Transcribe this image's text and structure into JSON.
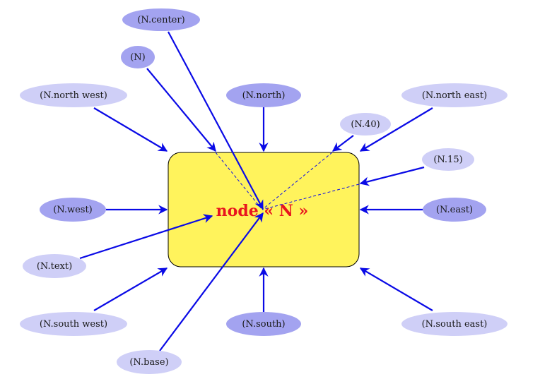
{
  "node": {
    "label": "node « N »",
    "fill": "#fff35c",
    "stroke": "#000000",
    "text_color": "#e8141e"
  },
  "colors": {
    "arrow": "#0a0ae6",
    "dark_ellipse": "#a3a3f0",
    "light_ellipse": "#cfcff7"
  },
  "anchors": [
    {
      "id": "center",
      "label": "(N.center)",
      "shade": "dark"
    },
    {
      "id": "plain",
      "label": "(N)",
      "shade": "dark"
    },
    {
      "id": "north-west",
      "label": "(N.north west)",
      "shade": "light"
    },
    {
      "id": "north",
      "label": "(N.north)",
      "shade": "dark"
    },
    {
      "id": "north-east",
      "label": "(N.north east)",
      "shade": "light"
    },
    {
      "id": "angle-40",
      "label": "(N.40)",
      "shade": "light"
    },
    {
      "id": "angle-15",
      "label": "(N.15)",
      "shade": "light"
    },
    {
      "id": "west",
      "label": "(N.west)",
      "shade": "dark"
    },
    {
      "id": "east",
      "label": "(N.east)",
      "shade": "dark"
    },
    {
      "id": "text",
      "label": "(N.text)",
      "shade": "light"
    },
    {
      "id": "south-west",
      "label": "(N.south west)",
      "shade": "light"
    },
    {
      "id": "south",
      "label": "(N.south)",
      "shade": "dark"
    },
    {
      "id": "south-east",
      "label": "(N.south east)",
      "shade": "light"
    },
    {
      "id": "base",
      "label": "(N.base)",
      "shade": "light"
    }
  ]
}
